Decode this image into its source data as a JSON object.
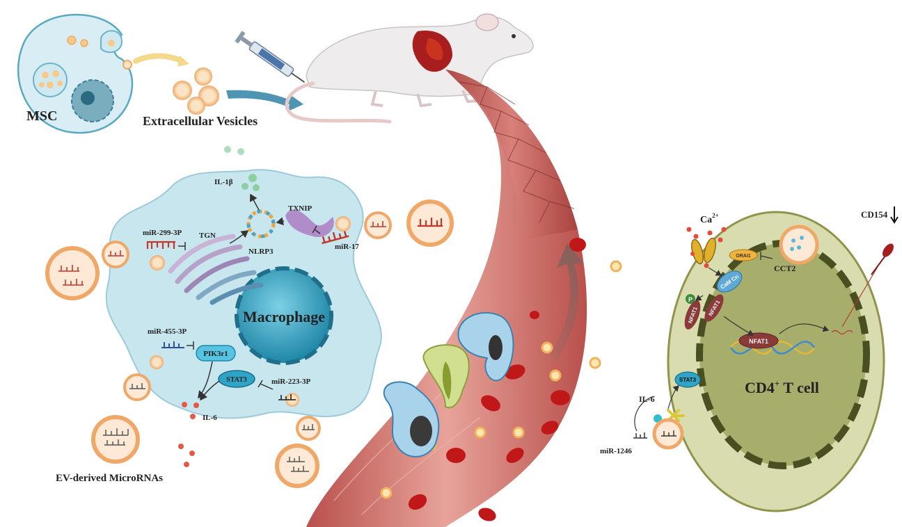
{
  "labels": {
    "msc": "MSC",
    "extracellular_vesicles": "Extracellular Vesicles",
    "ev_mirnas": "EV-derived MicroRNAs",
    "macrophage": "Macrophage",
    "il1b": "IL-1β",
    "txnip": "TXNIP",
    "tgn": "TGN",
    "nlrp3": "NLRP3",
    "mir17": "miR-17",
    "mir299": "miR-299-3P",
    "mir455": "miR-455-3P",
    "pik3r1": "PIK3r1",
    "stat3": "STAT3",
    "mir223": "miR-223-3P",
    "il6": "IL-6",
    "il6_t": "IL-6",
    "mir1246": "miR-1246",
    "stat3_t": "STAT3",
    "ca_base": "Ca",
    "ca_sup": "2+",
    "orai1": "ORAI1",
    "cct2": "CCT2",
    "cd154": "CD154",
    "calm": "CaM Cn",
    "nfat1_a": "NFAT1",
    "nfat1_b": "NFAT1",
    "nfat1_c": "NFAT1",
    "p": "P",
    "cd4_base": "CD4",
    "cd4_sup": "+",
    "cd4_rest": " T cell"
  },
  "colors": {
    "vesicle_fill": "#f7c98b",
    "vesicle_rim": "#f0a868",
    "mirna": "#c0392b",
    "macrophage_fill": "#c8e6ee",
    "nucleus": "#2f9fbe",
    "vessel": "#c9605c",
    "tcell_fill": "#d9dcae",
    "tcell_nucleus": "#a7ad6a"
  }
}
